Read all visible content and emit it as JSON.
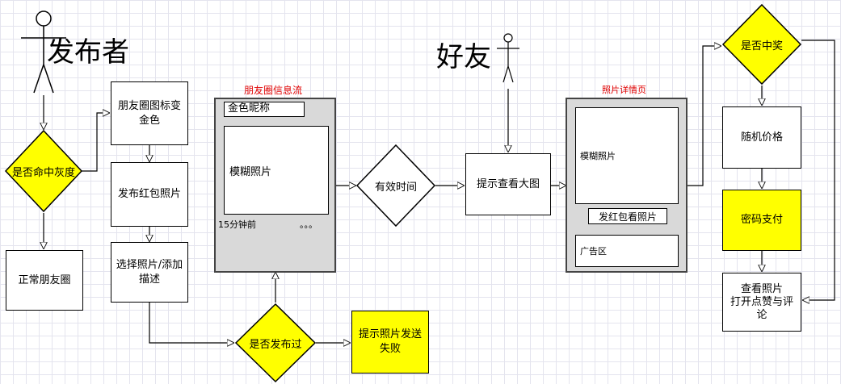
{
  "actors": {
    "publisher": "发布者",
    "friend": "好友"
  },
  "decisions": {
    "gray_hit": "是否命中灰度",
    "valid_time": "有效时间",
    "published": "是否发布过",
    "won": "是否中奖"
  },
  "steps": {
    "normal_moments": "正常朋友圈",
    "icon_gold": "朋友圈图标变金色",
    "post_photo": "发布红包照片",
    "select_photo": "选择照片/添加描述",
    "send_fail": "提示照片发送失败",
    "view_large": "提示查看大图",
    "random_price": "随机价格",
    "password_pay": "密码支付",
    "view_photo_line1": "查看照片",
    "view_photo_line2": "打开点赞与评论"
  },
  "feed_panel": {
    "title": "朋友圈信息流",
    "nickname": "金色昵称",
    "blurred_photo": "模糊照片",
    "time": "15分钟前",
    "dots": "。。。"
  },
  "detail_panel": {
    "title": "照片详情页",
    "blurred_photo": "模糊照片",
    "send_button": "发红包看照片",
    "ad": "广告区"
  },
  "colors": {
    "highlight": "#ffff00",
    "title_red": "#e00000",
    "panel_gray": "#d9d9d9"
  }
}
